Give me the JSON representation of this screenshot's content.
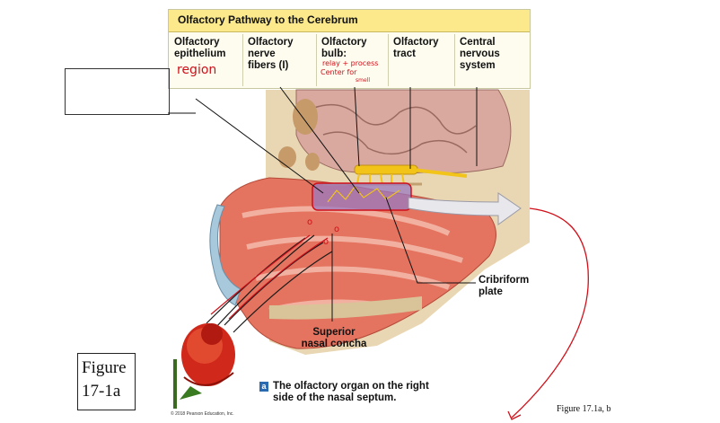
{
  "table": {
    "title": "Olfactory Pathway to the Cerebrum",
    "columns": [
      {
        "label": "Olfactory\nepithelium"
      },
      {
        "label": "Olfactory\nnerve\nfibers (I)"
      },
      {
        "label": "Olfactory\nbulb:"
      },
      {
        "label": "Olfactory\ntract"
      },
      {
        "label": "Central\nnervous\nsystem"
      }
    ]
  },
  "annotations": {
    "region": "region",
    "bulb_note_1": "relay + process",
    "bulb_note_2": "Center for",
    "bulb_note_3": "smell"
  },
  "labels": {
    "cribriform": "Cribriform\nplate",
    "concha": "Superior\nnasal concha",
    "caption_badge": "a",
    "caption": "The olfactory organ on the right\nside of the nasal septum.",
    "copyright": "© 2018 Pearson Education, Inc.",
    "figure_ref": "Figure 17.1a, b"
  },
  "figure_box": {
    "text": "Figure\n17-1a"
  },
  "colors": {
    "table_header": "#fbe98c",
    "mucosa": "#e4735f",
    "mucosa_light": "#f2b0a0",
    "bone": "#e9d7b4",
    "brain": "#d9a9a0",
    "nerve": "#f2c41a",
    "olfactory_region": "#9a7ac0",
    "annotation": "#d0101a",
    "flower": "#d0281a"
  }
}
